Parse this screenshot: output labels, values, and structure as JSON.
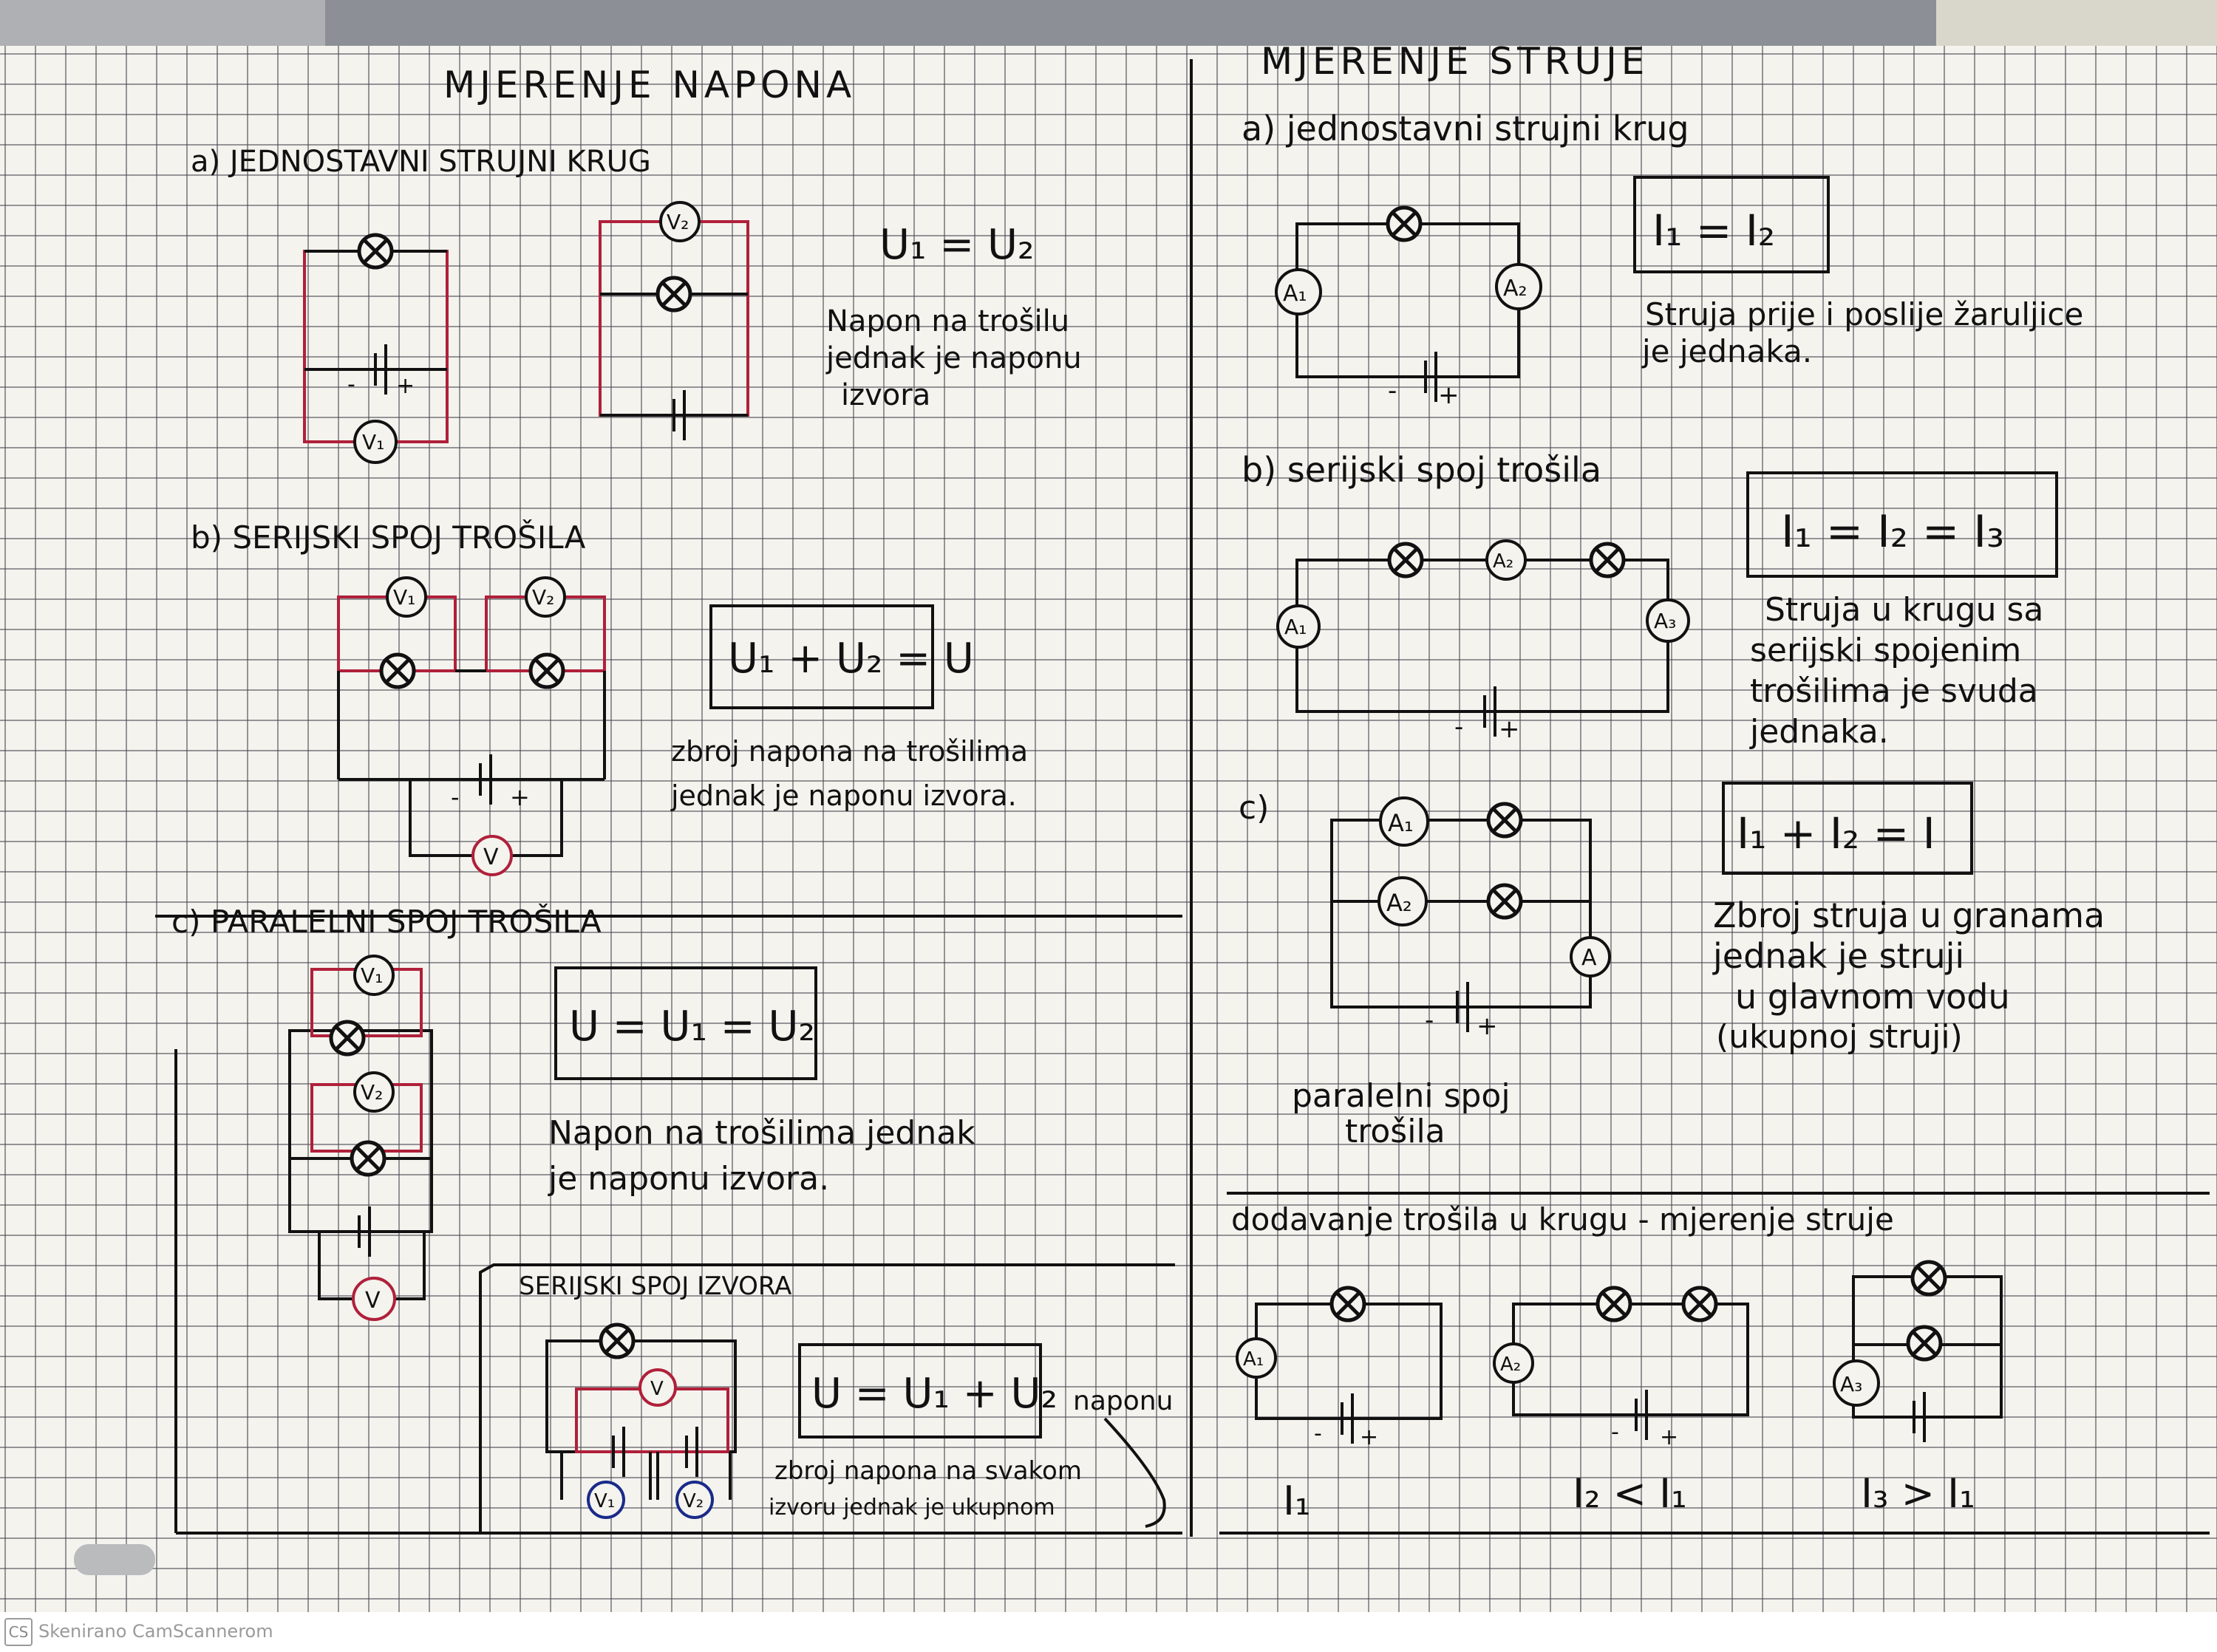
{
  "left": {
    "title": "MJERENJE NAPONA",
    "a": {
      "heading": "a) JEDNOSTAVNI STRUJNI KRUG",
      "formula": "U₁ = U₂",
      "text": [
        "Napon na trošilu",
        "jednak je naponu",
        "izvora"
      ],
      "labels": {
        "v1": "V₁",
        "v2": "V₂",
        "minus": "-",
        "plus": "+"
      }
    },
    "b": {
      "heading": "b) SERIJSKI SPOJ TROŠILA",
      "formula": "U₁ + U₂ = U",
      "text": [
        "zbroj napona na trošilima",
        "jednak je naponu izvora."
      ],
      "labels": {
        "v1": "V₁",
        "v2": "V₂",
        "v": "V",
        "minus": "-",
        "plus": "+"
      }
    },
    "c": {
      "heading": "c) PARALELNI SPOJ TROŠILA",
      "formula": "U = U₁ = U₂",
      "text": [
        "Napon na trošilima jednak",
        "je naponu izvora."
      ],
      "labels": {
        "v1": "V₁",
        "v2": "V₂",
        "v": "V"
      }
    },
    "d": {
      "heading": "SERIJSKI SPOJ IZVORA",
      "formula": "U = U₁ + U₂",
      "side_note": "naponu",
      "text": [
        "zbroj napona na svakom",
        "izvoru jednak je ukupnom"
      ],
      "labels": {
        "v": "V",
        "v1": "V₁",
        "v2": "V₂"
      }
    }
  },
  "right": {
    "title": "MJERENJE STRUJE",
    "a": {
      "heading": "a) jednostavni strujni krug",
      "formula": "I₁ = I₂",
      "text": [
        "Struja prije i poslije žaruljice",
        "je jednaka."
      ],
      "labels": {
        "a1": "A₁",
        "a2": "A₂",
        "minus": "-",
        "plus": "+"
      }
    },
    "b": {
      "heading": "b) serijski spoj trošila",
      "formula": "I₁ = I₂ = I₃",
      "text": [
        "Struja u krugu sa",
        "serijski spojenim",
        "trošilima je svuda",
        "jednaka."
      ],
      "labels": {
        "a1": "A₁",
        "a2": "A₂",
        "a3": "A₃",
        "minus": "-",
        "plus": "+"
      }
    },
    "c": {
      "heading": "c)",
      "caption": [
        "paralelni spoj",
        "trošila"
      ],
      "formula": "I₁ + I₂ = I",
      "text": [
        "Zbroj struja u granama",
        "jednak je struji",
        "u glavnom vodu",
        "(ukupnoj struji)"
      ],
      "labels": {
        "a1": "A₁",
        "a2": "A₂",
        "a": "A",
        "minus": "-",
        "plus": "+"
      }
    },
    "d": {
      "heading": "dodavanje trošila u krugu - mjerenje struje",
      "labels": {
        "a1": "A₁",
        "a2": "A₂",
        "a3": "A₃",
        "minus": "-",
        "plus": "+"
      },
      "captions": [
        "I₁",
        "I₂ < I₁",
        "I₃ > I₁"
      ]
    }
  },
  "footer": {
    "logo": "CS",
    "text": "Skenirano CamScannerom"
  },
  "colors": {
    "ink": "#111111",
    "red_ink": "#b0203a",
    "grid": "#464650",
    "paper": "#f4f3ee"
  }
}
